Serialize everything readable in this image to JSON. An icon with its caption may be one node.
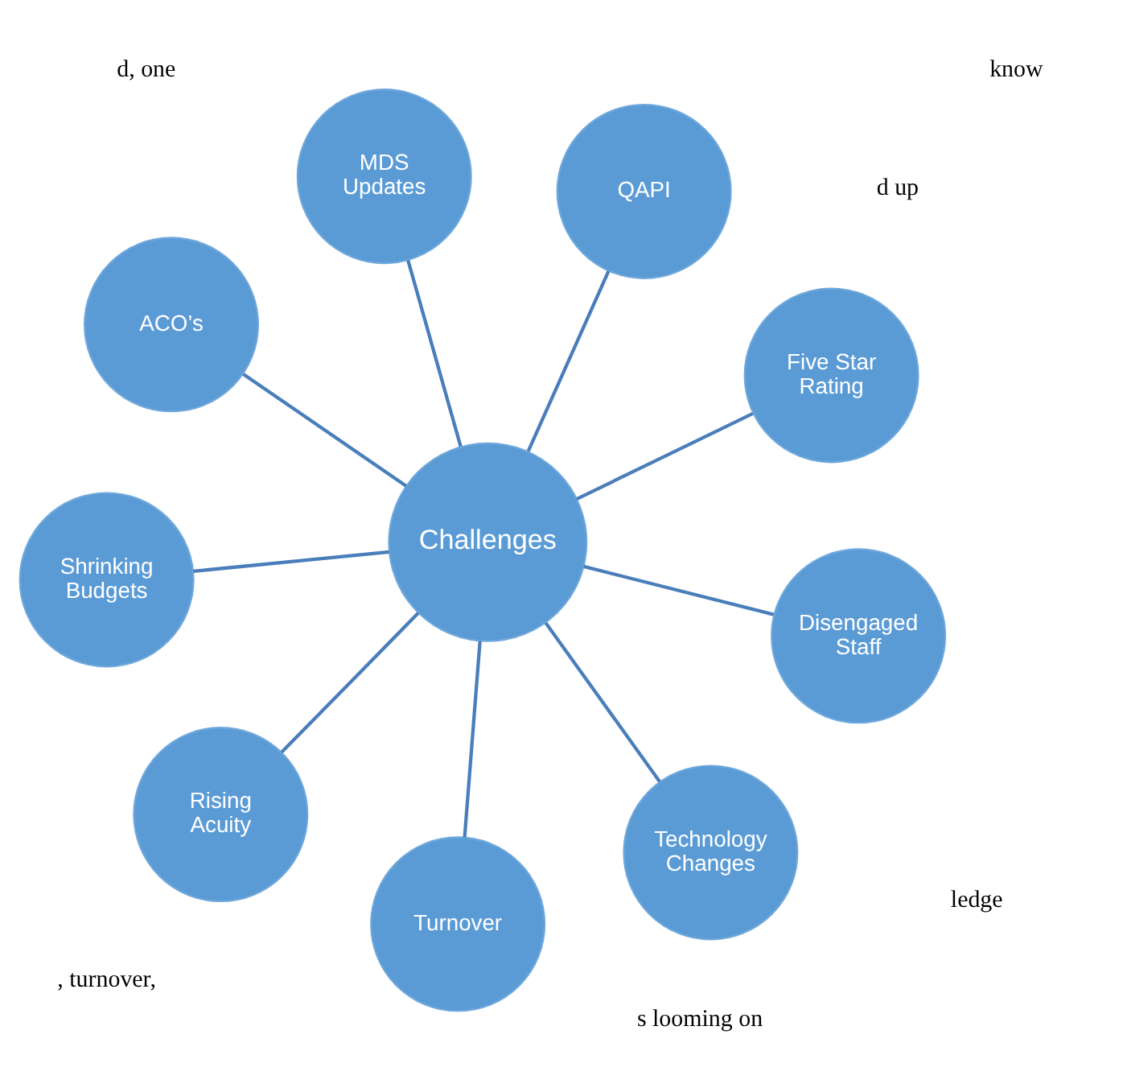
{
  "diagram": {
    "nodes": [
      {
        "text": [
          "Challenges"
        ]
      },
      {
        "text": [
          "Five Star Rating"
        ]
      },
      {
        "text": [
          "Turnover"
        ]
      },
      {
        "text": [
          "ACO’s"
        ]
      },
      {
        "text": [
          "QAPI"
        ]
      },
      {
        "text": [
          "MDS Updates"
        ]
      },
      {
        "text": [
          "Shrinking Budgets"
        ]
      },
      {
        "text": [
          "Disengaged Staff"
        ]
      },
      {
        "text": [
          "Rising Acuity"
        ]
      },
      {
        "text": [
          "Technology Changes"
        ]
      }
    ],
    "edges": [
      {
        "from": 0,
        "to": 1,
        "arrow": "none"
      },
      {
        "from": 0,
        "to": 2,
        "arrow": "none"
      },
      {
        "from": 0,
        "to": 3,
        "arrow": "none"
      },
      {
        "from": 0,
        "to": 4,
        "arrow": "none"
      },
      {
        "from": 0,
        "to": 5,
        "arrow": "none"
      },
      {
        "from": 0,
        "to": 6,
        "arrow": "none"
      },
      {
        "from": 0,
        "to": 7,
        "arrow": "none"
      },
      {
        "from": 0,
        "to": 8,
        "arrow": "none"
      },
      {
        "from": 0,
        "to": 9,
        "arrow": "none"
      }
    ],
    "labels": [
      "d up",
      "ledge",
      "know",
      "d, one",
      ", turnover,",
      "s looming on"
    ]
  }
}
